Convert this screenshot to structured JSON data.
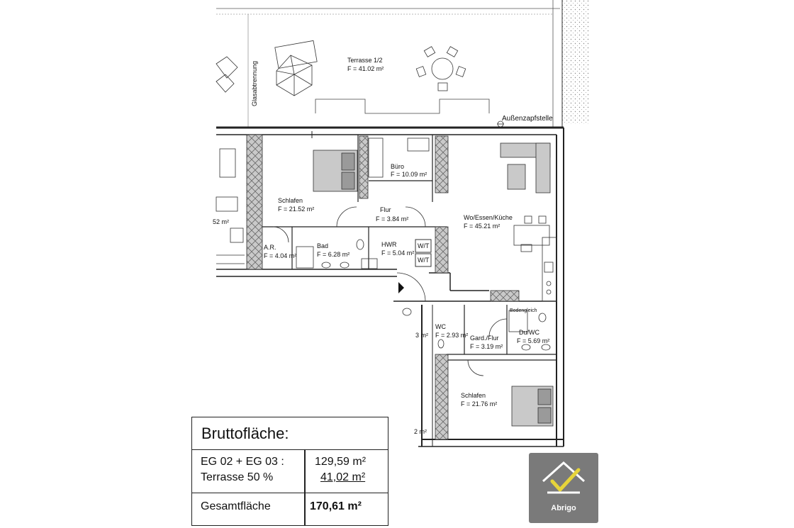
{
  "plan": {
    "terrace_title": "Terrasse 1/2",
    "terrace_area": "F = 41.02 m²",
    "glass_label": "Glasabtrennung",
    "tap_label": "Außenzapfstelle",
    "rooms": [
      {
        "id": "buero",
        "name": "Büro",
        "area": "F = 10.09 m²"
      },
      {
        "id": "schlafen1",
        "name": "Schlafen",
        "area": "F = 21.52 m²"
      },
      {
        "id": "flur",
        "name": "Flur",
        "area": "F = 3.84 m²"
      },
      {
        "id": "wohnen",
        "name": "Wo/Essen/Küche",
        "area": "F = 45.21 m²"
      },
      {
        "id": "ar",
        "name": "A.R.",
        "area": "F = 4.04 m²"
      },
      {
        "id": "bad",
        "name": "Bad",
        "area": "F = 6.28 m²"
      },
      {
        "id": "hwr",
        "name": "HWR",
        "area": "F = 5.04 m²"
      },
      {
        "id": "wc",
        "name": "WC",
        "area": "F = 2.93 m²"
      },
      {
        "id": "gard",
        "name": "Gard./Flur",
        "area": "F = 3.19 m²"
      },
      {
        "id": "duwc",
        "name": "Du/WC",
        "area": "F = 5.69 m²"
      },
      {
        "id": "schlafen2",
        "name": "Schlafen",
        "area": "F = 21.76 m²"
      }
    ],
    "wt_label": "W/T",
    "partial_labels": {
      "left_area": "52 m²",
      "left_small": "3 m²",
      "left_bottom": "2 m²",
      "bodenplan": "Bodengleich"
    }
  },
  "summary": {
    "title": "Bruttofläche:",
    "row1_label": "EG 02 + EG 03 :",
    "row1_value": "129,59 m²",
    "row2_label": "Terrasse 50 %",
    "row2_value": "41,02 m²",
    "total_label": "Gesamtfläche",
    "total_value": "170,61 m²"
  },
  "logo": {
    "name": "Abrigo",
    "background": "#7a7a7a",
    "check_color": "#e6d43a"
  }
}
